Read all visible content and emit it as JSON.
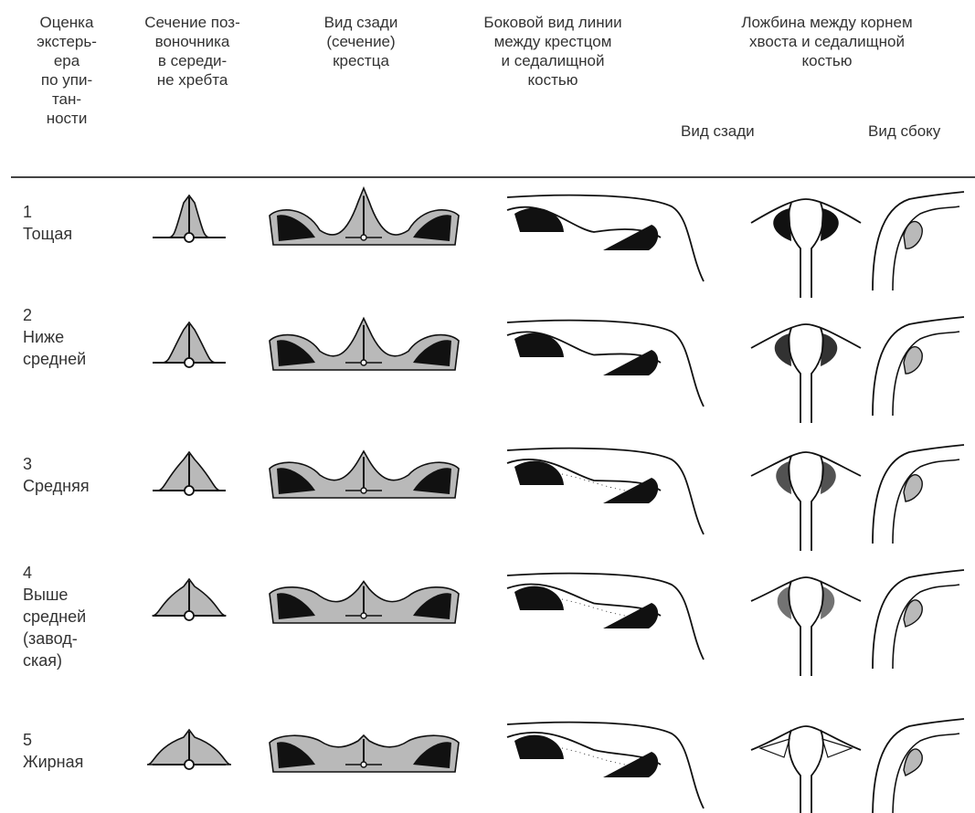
{
  "headers": {
    "col1": "Оценка\nэкстерь-\nера\nпо упи-\nтан-\nности",
    "col2": "Сечение поз-\nвоночника\nв середи-\nне хребта",
    "col3": "Вид сзади\n(сечение)\nкрестца",
    "col4": "Боковой вид линии\nмежду крестцом\nи седалищной\nкостью",
    "col5": "Ложбина между корнем\nхвоста и седалищной\nкостью",
    "col5_sub_rear": "Вид сзади",
    "col5_sub_side": "Вид сбоку"
  },
  "rows": [
    {
      "label": "1\nТощая",
      "fill": 0.0
    },
    {
      "label": "2\nНиже\nсредней",
      "fill": 0.25
    },
    {
      "label": "3\nСредняя",
      "fill": 0.5
    },
    {
      "label": "4\nВыше\nсредней\n(завод-\nская)",
      "fill": 0.75
    },
    {
      "label": "5\nЖирная",
      "fill": 1.0
    }
  ],
  "colors": {
    "ink": "#111111",
    "tissue": "#b9b9b9",
    "text": "#333333"
  }
}
